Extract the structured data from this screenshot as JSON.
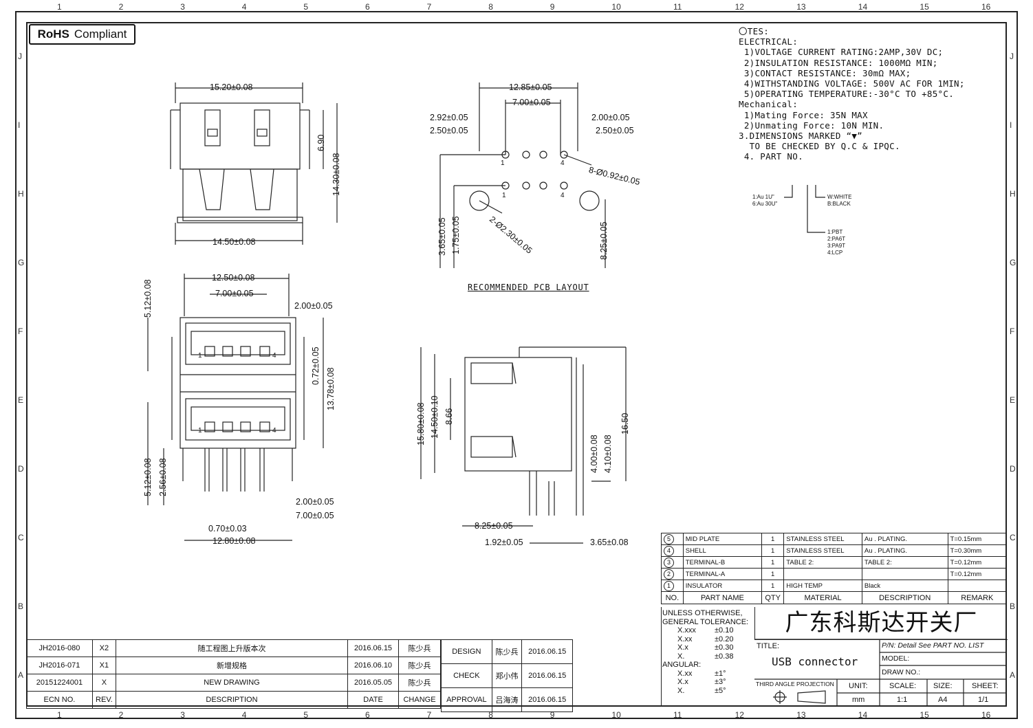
{
  "badge": {
    "bold": "RoHS",
    "text": "Compliant"
  },
  "zones": {
    "columns": [
      "1",
      "2",
      "3",
      "4",
      "5",
      "6",
      "7",
      "8",
      "9",
      "10",
      "11",
      "12",
      "13",
      "14",
      "15",
      "16"
    ],
    "rows": [
      "J",
      "I",
      "H",
      "G",
      "F",
      "E",
      "D",
      "C",
      "B",
      "A"
    ]
  },
  "notes": [
    "〇TES:",
    "ELECTRICAL:",
    " 1)VOLTAGE CURRENT RATING:2AMP,30V DC;",
    " 2)INSULATION RESISTANCE: 1000MΩ MIN;",
    " 3)CONTACT RESISTANCE: 30mΩ MAX;",
    " 4)WITHSTANDING VOLTAGE: 500V AC FOR 1MIN;",
    " 5)OPERATING TEMPERATURE:-30°C TO +85°C.",
    "Mechanical:",
    " 1)Mating Force: 35N MAX",
    " 2)Unmating Force: 10N MIN.",
    "3.DIMENSIONS MARKED “▼”",
    "  TO BE CHECKED BY Q.C & IPQC.",
    "",
    " 4. PART NO."
  ],
  "part_no": {
    "plating": [
      "1:Au 1U\"",
      "6:Au 30U\""
    ],
    "color": [
      "W:WHITE",
      "B:BLACK"
    ],
    "material": [
      "1:PBT",
      "2:PA6T",
      "3:PA9T",
      "4:LCP"
    ]
  },
  "pcb_caption": "RECOMMENDED PCB LAYOUT",
  "pcb_pin_labels": [
    "1",
    "4",
    "1",
    "4"
  ],
  "front_pin_labels": [
    "1",
    "4",
    "1",
    "4"
  ],
  "dims": {
    "top_width": "15.20±0.08",
    "top_height1": "6.90",
    "top_height2": "14.30±0.08",
    "top_bottom": "14.50±0.08",
    "pcb_total": "12.85±0.05",
    "pcb_inner": "7.00±0.05",
    "pcb_left1": "2.92±0.05",
    "pcb_left2": "2.50±0.05",
    "pcb_right1": "2.00±0.05",
    "pcb_right2": "2.50±0.05",
    "pcb_holes": "8-Ø0.92±0.05",
    "pcb_mount": "2-Ø2.30±0.05",
    "pcb_v1": "3.65±0.05",
    "pcb_v2": "1.75±0.05",
    "pcb_v3": "8.25±0.05",
    "front_width": "12.50±0.08",
    "front_inner": "7.00±0.05",
    "front_pitch": "2.00±0.05",
    "front_v1": "5.12±0.08",
    "front_v2": "0.72±0.05",
    "front_v3": "13.78±0.08",
    "front_v4": "5.12±0.08",
    "front_v5": "2.56±0.08",
    "front_b1": "2.00±0.05",
    "front_b2": "7.00±0.05",
    "front_b3": "0.70±0.03",
    "front_b4": "12.80±0.08",
    "side_v1": "15.80±0.08",
    "side_v2": "14.50±0.10",
    "side_v3": "8.66",
    "side_v4": "16.50",
    "side_v5": "4.00±0.08",
    "side_v6": "4.10±0.08",
    "side_b1": "8.25±0.05",
    "side_b2": "1.92±0.05",
    "side_b3": "3.65±0.08"
  },
  "bom": {
    "rows": [
      {
        "no": "5",
        "name": "MID PLATE",
        "qty": "1",
        "material": "STAINLESS STEEL",
        "desc": "Au . PLATING.",
        "remark": "T=0.15mm"
      },
      {
        "no": "4",
        "name": "SHELL",
        "qty": "1",
        "material": "STAINLESS STEEL",
        "desc": "Au . PLATING.",
        "remark": "T=0.30mm"
      },
      {
        "no": "3",
        "name": "TERMINAL-B",
        "qty": "1",
        "material": "TABLE 2:",
        "desc": "TABLE 2:",
        "remark": "T=0.12mm"
      },
      {
        "no": "2",
        "name": "TERMINAL-A",
        "qty": "1",
        "material": "",
        "desc": "",
        "remark": "T=0.12mm"
      },
      {
        "no": "1",
        "name": "INSULATOR",
        "qty": "1",
        "material": "HIGH TEMP",
        "desc": "Black",
        "remark": ""
      }
    ],
    "headers": [
      "NO.",
      "PART NAME",
      "QTY",
      "MATERIAL",
      "DESCRIPTION",
      "REMARK"
    ]
  },
  "revisions": [
    {
      "ecn": "JH2016-080",
      "rev": "X2",
      "desc": "随工程图上升版本次",
      "date": "2016.06.15",
      "change": "陈少兵"
    },
    {
      "ecn": "JH2016-071",
      "rev": "X1",
      "desc": "新增规格",
      "date": "2016.06.10",
      "change": "陈少兵"
    },
    {
      "ecn": "20151224001",
      "rev": "X",
      "desc": "NEW DRAWING",
      "date": "2016.05.05",
      "change": "陈少兵"
    }
  ],
  "rev_headers": [
    "ECN NO.",
    "REV.",
    "DESCRIPTION",
    "DATE",
    "CHANGE"
  ],
  "signoff": [
    {
      "role": "DESIGN",
      "name": "陈少兵",
      "date": "2016.06.15"
    },
    {
      "role": "CHECK",
      "name": "郑小伟",
      "date": "2016.06.15"
    },
    {
      "role": "APPROVAL",
      "name": "吕海涛",
      "date": "2016.06.15"
    }
  ],
  "tolerance": {
    "title1": "UNLESS OTHERWISE,",
    "title2": "GENERAL TOLERANCE:",
    "rows": [
      {
        "k": "X.xxx",
        "v": "±0.10"
      },
      {
        "k": "X.xx",
        "v": "±0.20"
      },
      {
        "k": "X.x",
        "v": "±0.30"
      },
      {
        "k": "X.",
        "v": "±0.38"
      }
    ],
    "angular": "ANGULAR:",
    "ang_rows": [
      {
        "k": "X.xx",
        "v": "±1°"
      },
      {
        "k": "X.x",
        "v": "±3°"
      },
      {
        "k": "X.",
        "v": "±5°"
      }
    ]
  },
  "title_block": {
    "company": "广东科斯达开关厂",
    "title_label": "TITLE:",
    "title": "USB connector",
    "pn_label": "P/N: Detail See PART NO. LIST",
    "model_label": "MODEL:",
    "drawno_label": "DRAW NO.:",
    "projection": "THIRD ANGLE PROJECTION",
    "unit_label": "UNIT:",
    "unit": "mm",
    "scale_label": "SCALE:",
    "scale": "1:1",
    "size_label": "SIZE:",
    "size": "A4",
    "sheet_label": "SHEET:",
    "sheet": "1/1"
  }
}
